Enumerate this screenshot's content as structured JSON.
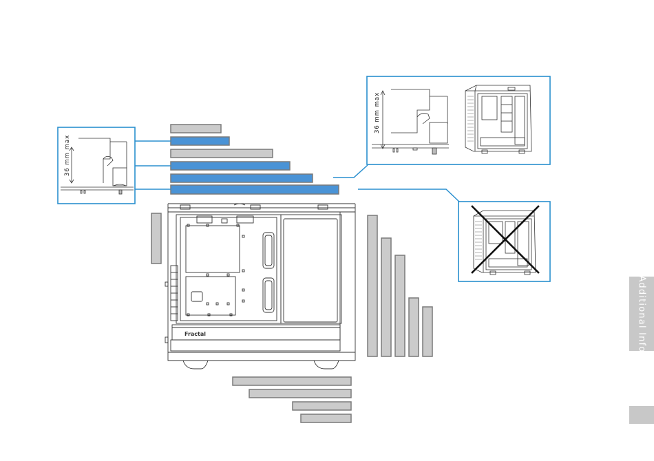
{
  "labels": {
    "max_height_left": "36 mm max",
    "max_height_right": "36 mm max",
    "brand": "Fractal"
  },
  "sidebar": {
    "section_label": "Additional Info"
  },
  "colors": {
    "accent_blue": "#4a93d6",
    "frame_blue": "#2a8fcf",
    "bar_gray": "#cbcbcb",
    "bar_stroke": "#7a7a7a",
    "tab_gray": "#c8c8c8",
    "line": "#333333"
  },
  "icons": {
    "not_supported": "cross-mark-icon"
  }
}
